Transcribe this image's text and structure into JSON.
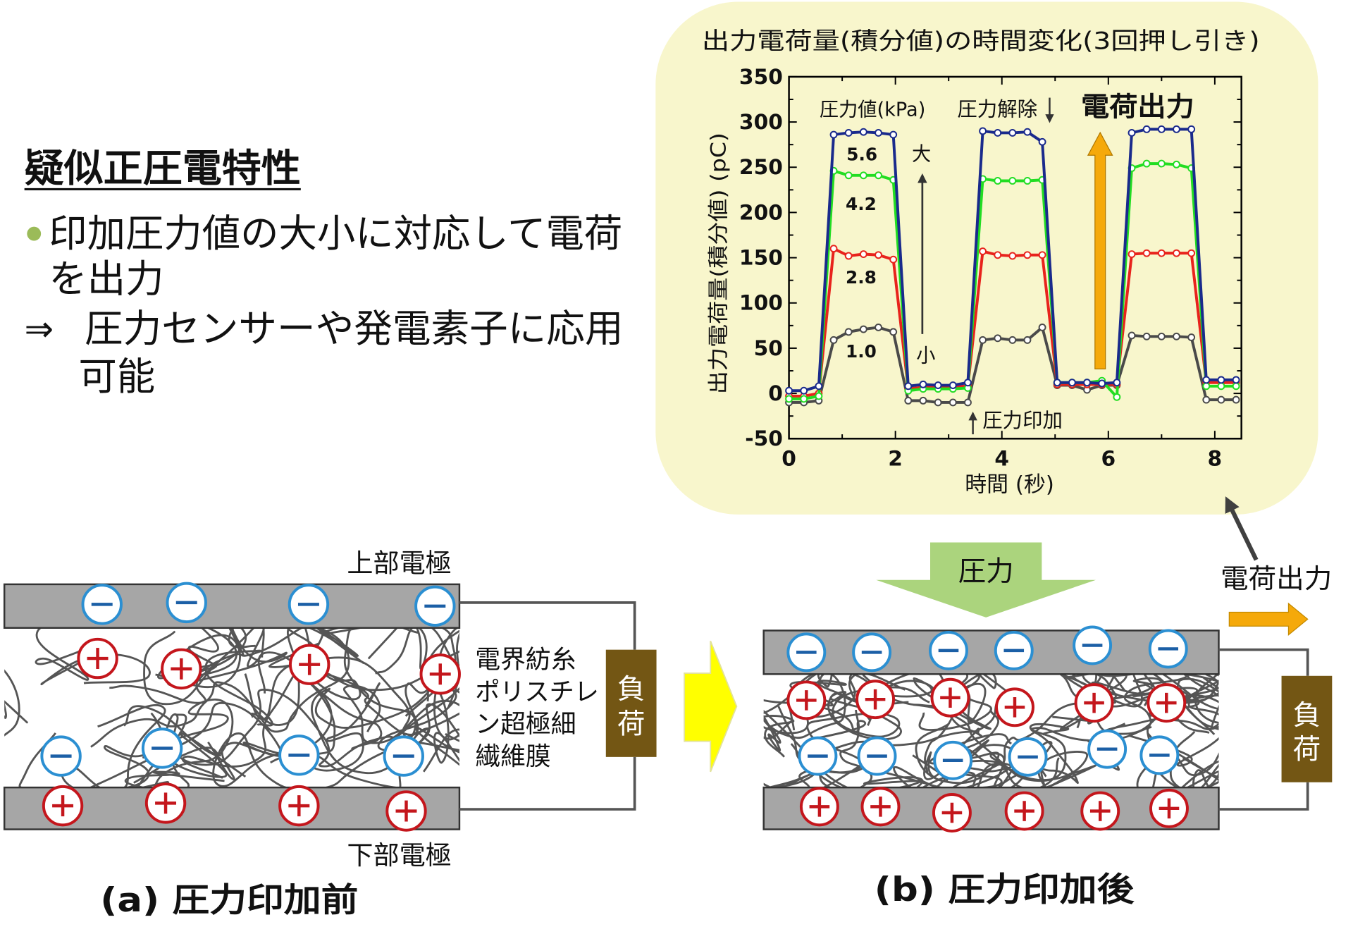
{
  "summary": {
    "heading": "疑似正圧電特性",
    "bullet_lines": [
      "印加圧力値の大小に対応して電荷",
      "を出力"
    ],
    "conclusion_symbol": "⇒",
    "conclusion_lines": [
      "圧力センサーや発電素子に応用",
      "可能"
    ]
  },
  "chart_data": {
    "type": "line",
    "title": "出力電荷量(積分値)の時間変化(3回押し引き)",
    "xlabel": "時間 (秒)",
    "ylabel": "出力電荷量(積分値) (pC)",
    "xlim": [
      0,
      8.5
    ],
    "ylim": [
      -50,
      350
    ],
    "xticks": [
      0,
      2,
      4,
      6,
      8
    ],
    "yticks": [
      -50,
      0,
      50,
      100,
      150,
      200,
      250,
      300,
      350
    ],
    "grid": false,
    "legend_title": "圧力値(kPa)",
    "x": [
      0,
      0.28,
      0.56,
      0.84,
      1.12,
      1.4,
      1.68,
      1.96,
      2.24,
      2.52,
      2.8,
      3.08,
      3.36,
      3.64,
      3.92,
      4.2,
      4.48,
      4.76,
      5.04,
      5.32,
      5.6,
      5.88,
      6.16,
      6.44,
      6.72,
      7.0,
      7.28,
      7.56,
      7.84,
      8.12,
      8.4
    ],
    "series": [
      {
        "name": "5.6",
        "color": "#1a2a8c",
        "values": [
          3,
          3,
          8,
          286,
          288,
          289,
          288,
          286,
          8,
          10,
          9,
          9,
          12,
          290,
          288,
          288,
          289,
          278,
          12,
          12,
          12,
          11,
          12,
          288,
          292,
          292,
          292,
          292,
          15,
          15,
          15
        ]
      },
      {
        "name": "4.2",
        "color": "#22dd22",
        "values": [
          -6,
          -6,
          -3,
          246,
          241,
          241,
          241,
          236,
          3,
          5,
          5,
          5,
          6,
          237,
          235,
          235,
          235,
          236,
          12,
          12,
          12,
          14,
          -4,
          249,
          254,
          254,
          253,
          249,
          8,
          8,
          8
        ]
      },
      {
        "name": "2.8",
        "color": "#e8231c",
        "values": [
          -3,
          -3,
          0,
          160,
          152,
          154,
          153,
          148,
          5,
          7,
          7,
          8,
          8,
          157,
          153,
          152,
          153,
          153,
          10,
          10,
          10,
          10,
          10,
          154,
          155,
          155,
          155,
          155,
          12,
          12,
          12
        ]
      },
      {
        "name": "1.0",
        "color": "#4a4a4a",
        "values": [
          -10,
          -10,
          -8,
          59,
          68,
          71,
          73,
          68,
          -8,
          -8,
          -10,
          -10,
          -10,
          59,
          61,
          59,
          59,
          73,
          9,
          9,
          4,
          9,
          9,
          64,
          63,
          63,
          63,
          62,
          -7,
          -7,
          -7
        ]
      }
    ],
    "annotations": {
      "scale_large": "大",
      "scale_small": "小",
      "pressure_release": "圧力解除",
      "pressure_apply": "圧力印加",
      "charge_output": "電荷出力"
    }
  },
  "diagram_before": {
    "top_electrode": "上部電極",
    "bottom_electrode": "下部電極",
    "membrane_lines": [
      "電界紡糸",
      "ポリスチレ",
      "ン超極細",
      "繊維膜"
    ],
    "load_lines": [
      "負",
      "荷"
    ],
    "caption": "(a) 圧力印加前"
  },
  "diagram_after": {
    "pressure_label": "圧力",
    "load_lines": [
      "負",
      "荷"
    ],
    "charge_output": "電荷出力",
    "caption": "(b) 圧力印加後"
  },
  "colors": {
    "panel_background": "#f8f6cc",
    "bullet": "#9bbb59",
    "positive_charge": "#c4161c",
    "negative_charge_ring": "#2b8fd2",
    "negative_charge_sign": "#1b5fa6",
    "electrode": "#a6a6a6",
    "load": "#735614",
    "fiber": "#555555",
    "pressure_arrow": "#abd47d",
    "transition_arrow": "#ffff00",
    "output_arrow": "#f5a90a"
  }
}
